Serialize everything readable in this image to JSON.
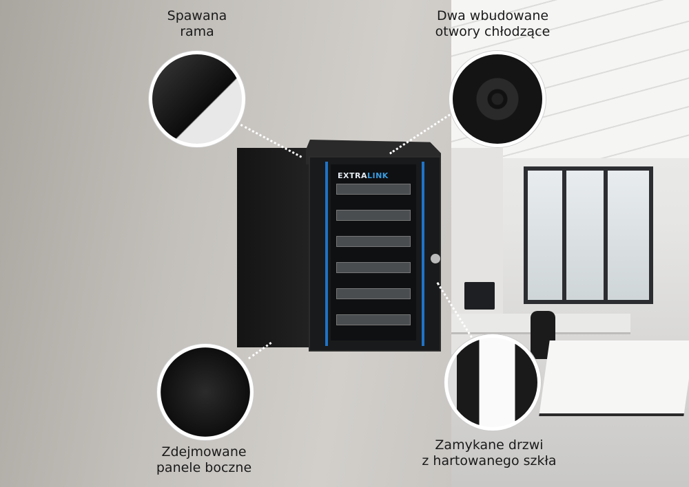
{
  "product": {
    "logo_text_a": "EXTRA",
    "logo_text_b": "LINK"
  },
  "callouts": [
    {
      "line1": "Spawana",
      "line2": "rama",
      "icon": "welded-frame"
    },
    {
      "line1": "Dwa wbudowane",
      "line2": "otwory chłodzące",
      "icon": "cooling-fan"
    },
    {
      "line1": "Zdejmowane",
      "line2": "panele boczne",
      "icon": "side-panel"
    },
    {
      "line1": "Zamykane drzwi",
      "line2": "z hartowanego szkła",
      "icon": "glass-door"
    }
  ],
  "colors": {
    "accent_blue": "#1e73c8",
    "cabinet": "#191a1b"
  }
}
